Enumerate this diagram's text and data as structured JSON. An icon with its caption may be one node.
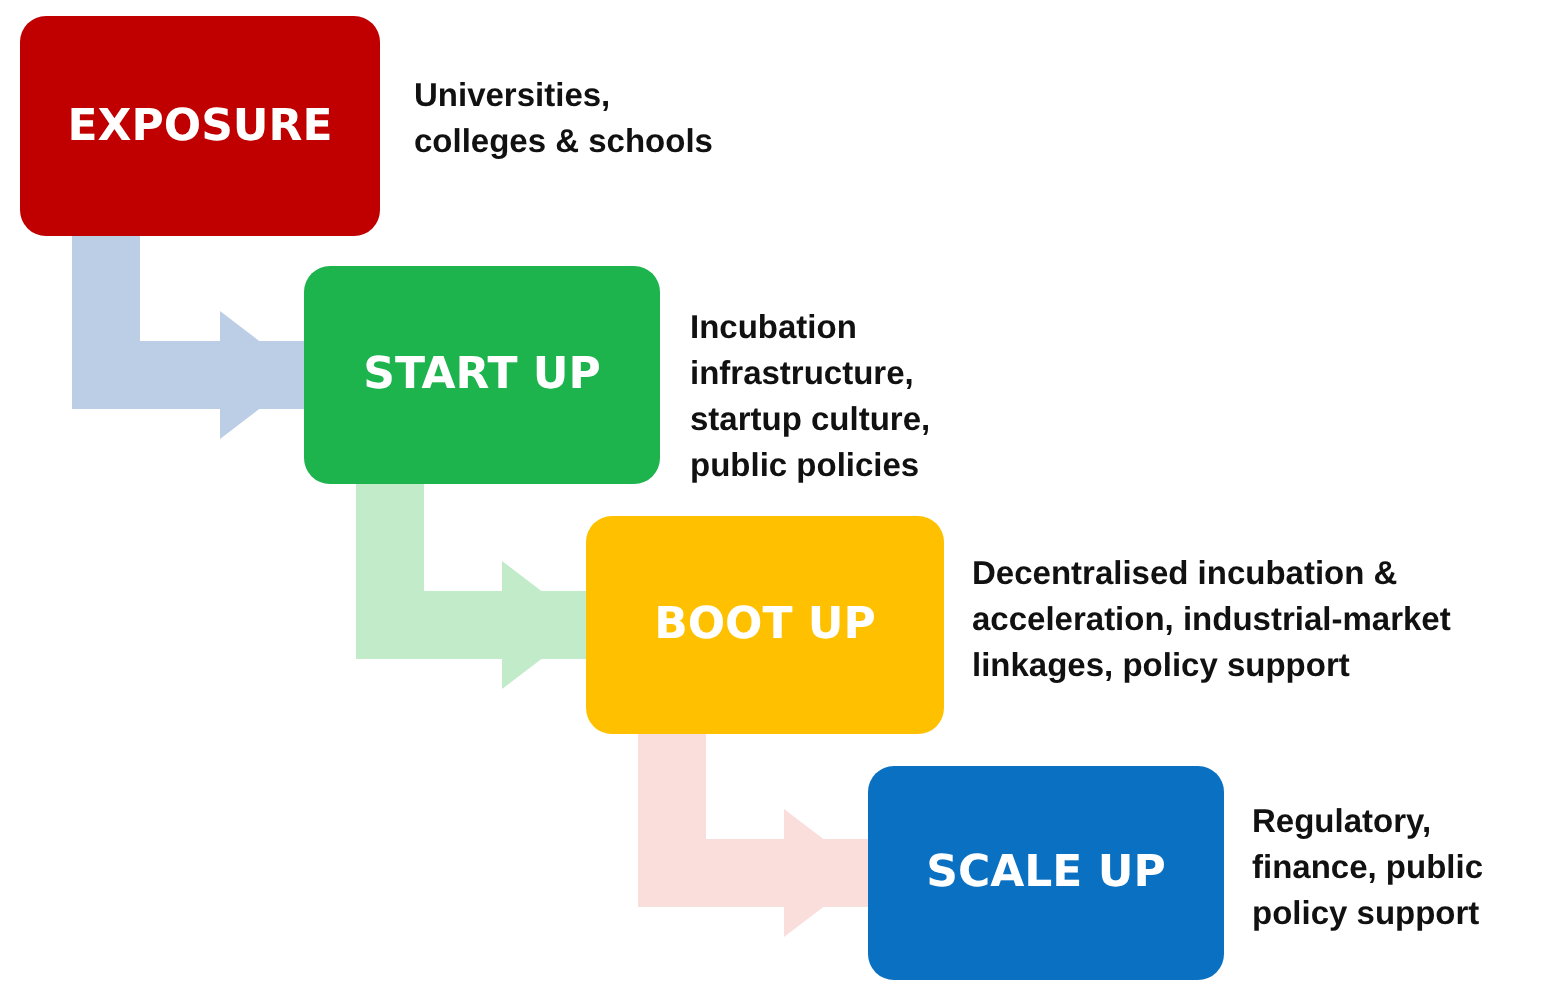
{
  "diagram": {
    "nodes": [
      {
        "text": [
          "EXPOSURE"
        ],
        "beside": [
          "Universities, colleges & schools"
        ]
      },
      {
        "text": [
          "START UP"
        ],
        "beside": [
          "Incubation infrastructure, startup culture, public policies"
        ]
      },
      {
        "text": [
          "BOOT UP"
        ],
        "beside": [
          "Decentralised incubation & acceleration, industrial-market linkages, policy support"
        ]
      },
      {
        "text": [
          "SCALE UP"
        ],
        "beside": [
          "Regulatory, finance, public policy support"
        ]
      }
    ],
    "edges": [
      {
        "from": 0,
        "to": 1,
        "arrow": "to",
        "color": "#bccde6"
      },
      {
        "from": 1,
        "to": 2,
        "arrow": "to",
        "color": "#c2ecc9"
      },
      {
        "from": 2,
        "to": 3,
        "arrow": "to",
        "color": "#fadedc"
      }
    ]
  }
}
